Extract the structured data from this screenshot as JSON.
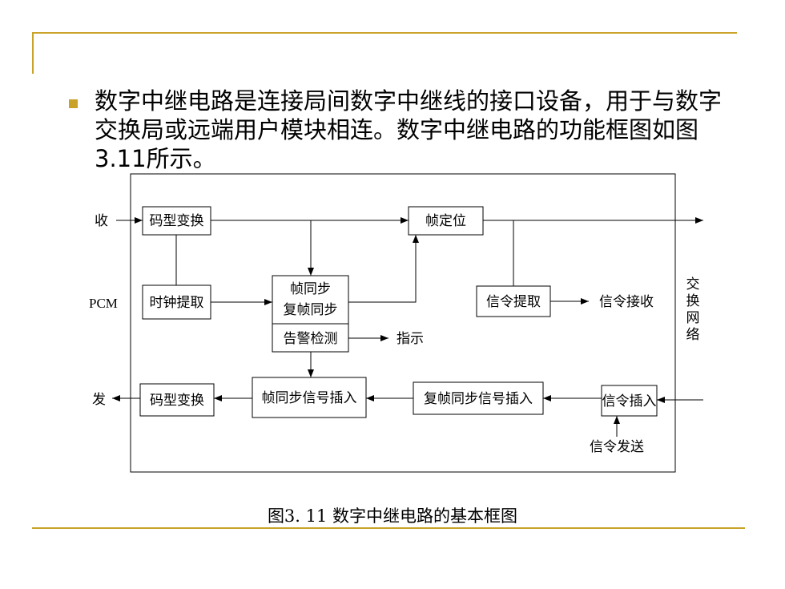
{
  "paragraph": {
    "line1": "数字中继电路是连接局间数字中继线的接口设备，用于与数字",
    "line2": "交换局或远端用户模块相连。数字中继电路的功能框图如图",
    "line3": "3.11所示。"
  },
  "diagram": {
    "boxes": {
      "code_convert_rx": "码型变换",
      "frame_locate": "帧定位",
      "clock_extract": "时钟提取",
      "frame_sync_1": "帧同步",
      "frame_sync_2": "复帧同步",
      "alarm_detect": "告警检测",
      "signal_extract": "信令提取",
      "code_convert_tx": "码型变换",
      "frame_sync_insert": "帧同步信号插入",
      "multiframe_sync_insert": "复帧同步信号插入",
      "signal_insert": "信令插入"
    },
    "labels": {
      "receive": "收",
      "pcm": "PCM",
      "send": "发",
      "indicate": "指示",
      "signal_receive": "信令接收",
      "signal_send": "信令发送",
      "network_1": "交",
      "network_2": "换",
      "network_3": "网",
      "network_4": "络"
    }
  },
  "caption": "图3. 11 数字中继电路的基本框图",
  "colors": {
    "accent": "#c9a227",
    "line": "#000000"
  }
}
